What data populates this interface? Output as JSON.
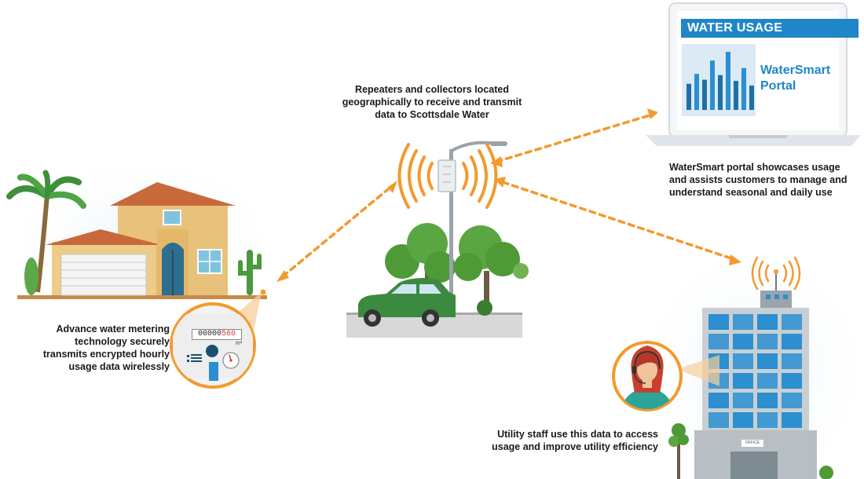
{
  "captions": {
    "repeater": [
      "Repeaters and collectors located",
      "geographically to receive and transmit",
      "data to Scottsdale Water"
    ],
    "portal": [
      "WaterSmart portal showcases usage",
      "and assists customers to manage and",
      "understand seasonal and daily use"
    ],
    "meter": [
      "Advance water metering",
      "technology securely",
      "transmits encrypted hourly",
      "usage data wirelessly"
    ],
    "staff": [
      "Utility staff use this data to access",
      "usage and improve utility efficiency"
    ]
  },
  "portal_screen": {
    "title": "WATER USAGE",
    "brand": [
      "WaterSmart",
      "Portal"
    ],
    "bar_levels": [
      0.45,
      0.62,
      0.52,
      0.85,
      0.6,
      1.0,
      0.5,
      0.72,
      0.42
    ]
  },
  "meter": {
    "reading_black": "00000",
    "reading_red": "560",
    "unit": "m³"
  },
  "office_sign": "OFFICE",
  "colors": {
    "accent_orange": "#f29a2e",
    "portal_blue": "#1f86c8",
    "tree_green": "#4d9a37",
    "car_green": "#3c8a3f",
    "building_glass": "#2b8fd0"
  },
  "icons": [
    "house-icon",
    "palm-tree-icon",
    "cactus-icon",
    "water-meter-icon",
    "street-lamp-icon",
    "radio-signal-icon",
    "car-icon",
    "tree-icon",
    "laptop-icon",
    "office-building-icon",
    "customer-service-agent-icon"
  ]
}
